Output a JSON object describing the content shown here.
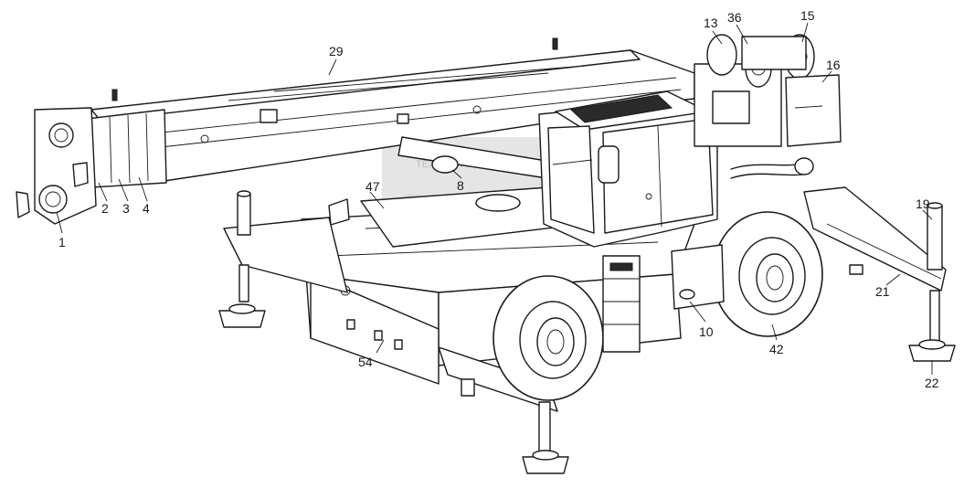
{
  "callouts": [
    {
      "id": "c1",
      "label": "1"
    },
    {
      "id": "c2",
      "label": "2"
    },
    {
      "id": "c3",
      "label": "3"
    },
    {
      "id": "c4",
      "label": "4"
    },
    {
      "id": "c8",
      "label": "8"
    },
    {
      "id": "c10",
      "label": "10"
    },
    {
      "id": "c13",
      "label": "13"
    },
    {
      "id": "c15",
      "label": "15"
    },
    {
      "id": "c16",
      "label": "16"
    },
    {
      "id": "c19",
      "label": "19"
    },
    {
      "id": "c21",
      "label": "21"
    },
    {
      "id": "c22",
      "label": "22"
    },
    {
      "id": "c29",
      "label": "29"
    },
    {
      "id": "c36",
      "label": "36"
    },
    {
      "id": "c42",
      "label": "42"
    },
    {
      "id": "c47",
      "label": "47"
    },
    {
      "id": "c54",
      "label": "54"
    }
  ],
  "watermark": {
    "logo_text": "епс",
    "caption": "ТЕХНИКА ЗАПЧАСТИ"
  }
}
